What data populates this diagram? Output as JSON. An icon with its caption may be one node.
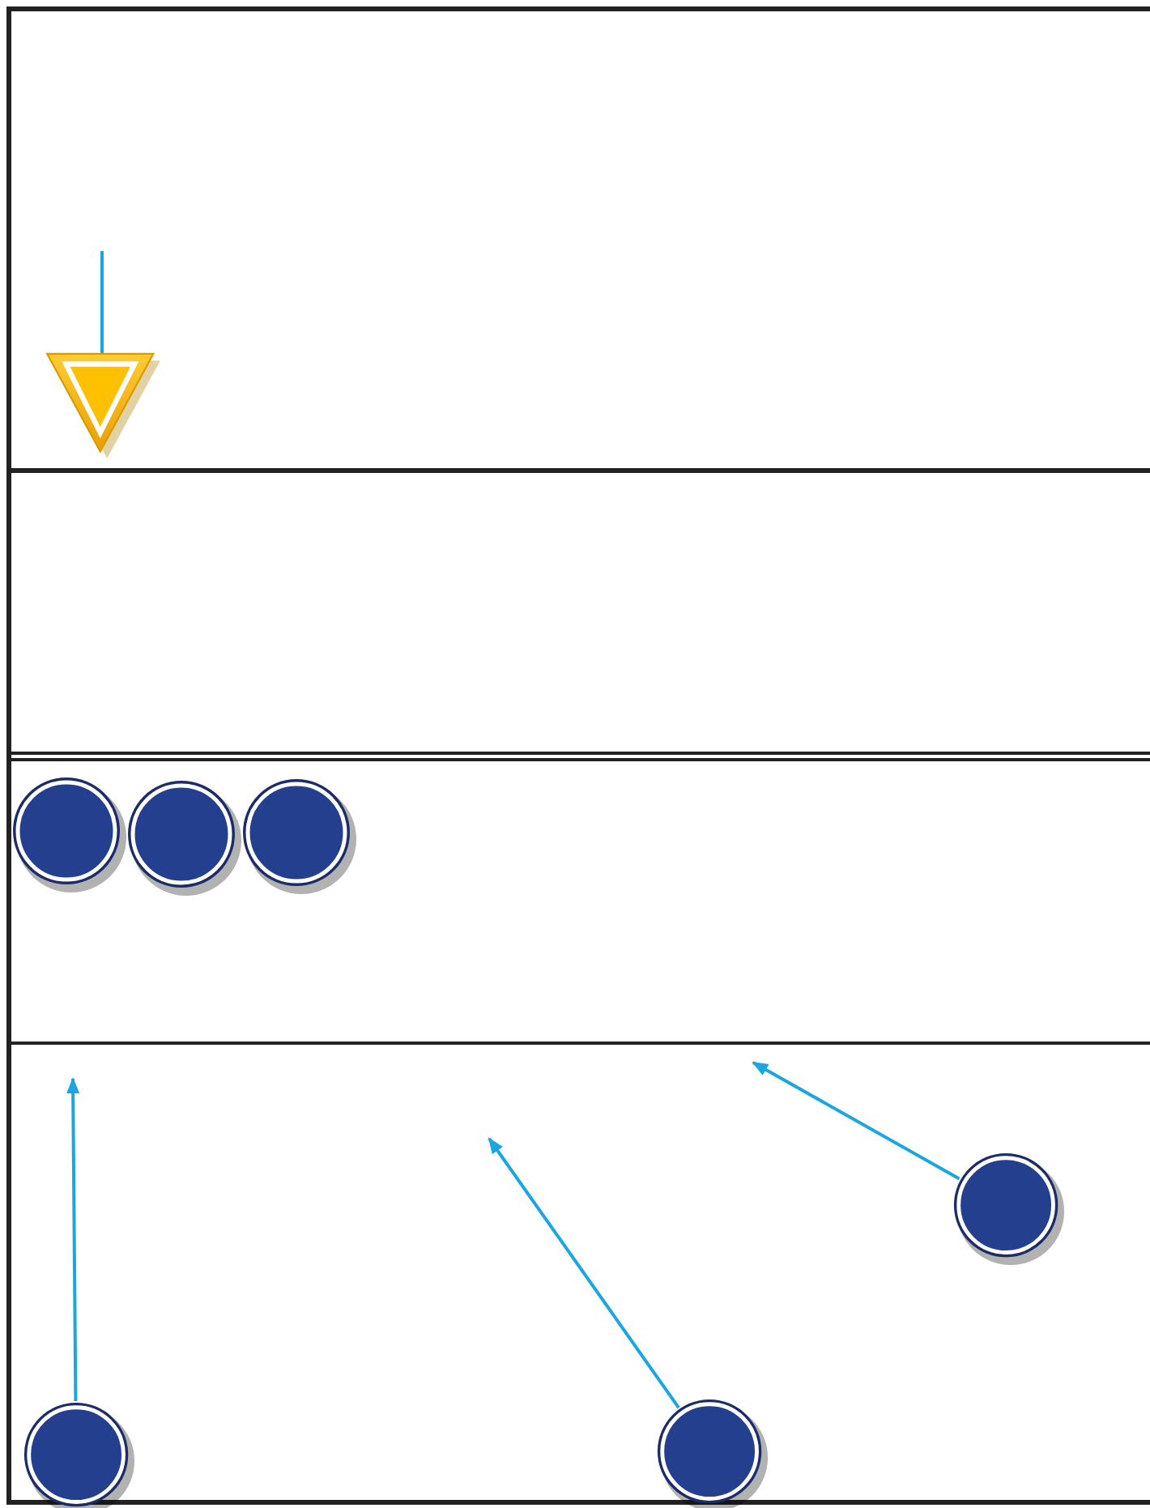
{
  "diagram": {
    "nodes": [
      {
        "text": [],
        "shape": "triangle"
      },
      {
        "text": [],
        "shape": "circle"
      },
      {
        "text": [],
        "shape": "circle"
      },
      {
        "text": [],
        "shape": "circle"
      },
      {
        "text": [],
        "shape": "circle"
      },
      {
        "text": [],
        "shape": "circle"
      },
      {
        "text": [],
        "shape": "circle"
      }
    ],
    "edges": [
      {
        "from": null,
        "to": 0,
        "arrow": "none"
      },
      {
        "from": 5,
        "to": null,
        "arrow": "to"
      },
      {
        "from": 6,
        "to": null,
        "arrow": "to"
      },
      {
        "from": 4,
        "to": null,
        "arrow": "to"
      }
    ]
  }
}
